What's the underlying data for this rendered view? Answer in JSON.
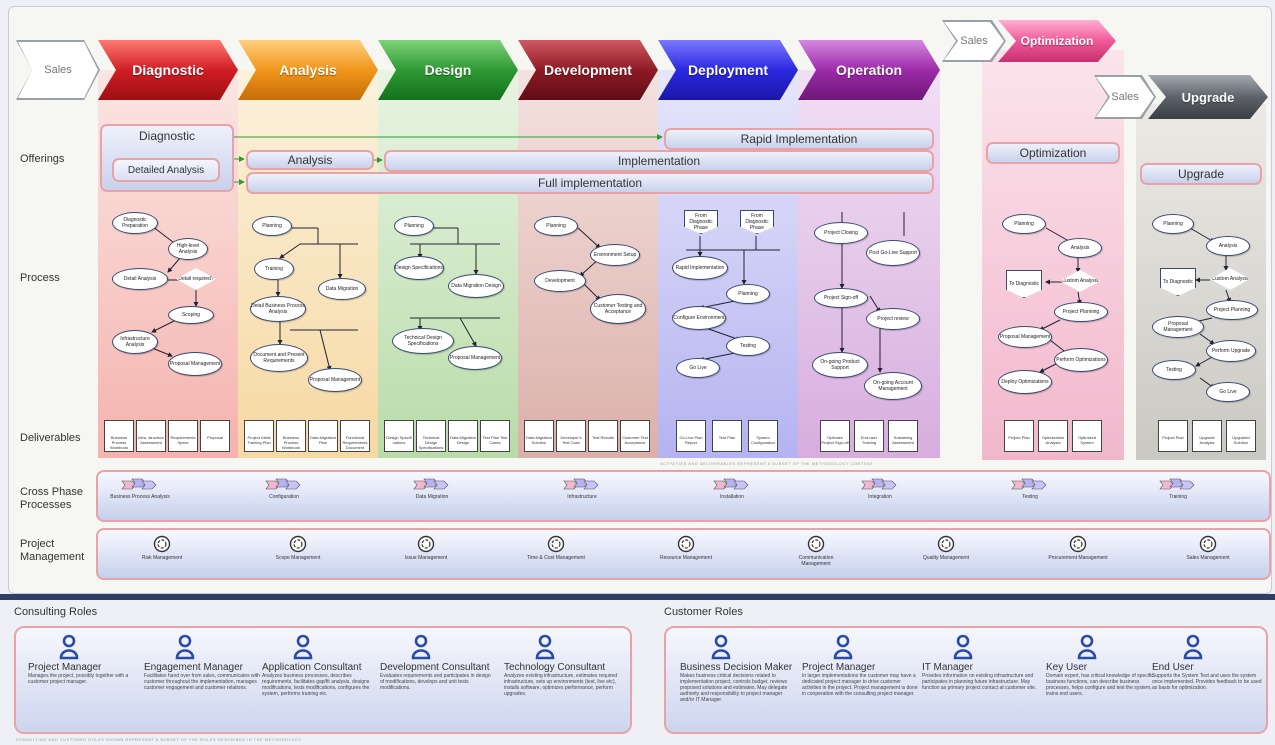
{
  "phases": {
    "sales": "Sales",
    "diagnostic": "Diagnostic",
    "analysis": "Analysis",
    "design": "Design",
    "development": "Development",
    "deployment": "Deployment",
    "operation": "Operation",
    "optimization": "Optimization",
    "upgrade": "Upgrade"
  },
  "row_labels": {
    "offerings": "Offerings",
    "process": "Process",
    "deliverables": "Deliverables",
    "cross_phase": "Cross Phase\nProcesses",
    "project_mgmt": "Project\nManagement"
  },
  "offerings": {
    "diagnostic": "Diagnostic",
    "detailed_analysis": "Detailed Analysis",
    "analysis": "Analysis",
    "rapid": "Rapid Implementation",
    "implementation": "Implementation",
    "full": "Full implementation",
    "optimization": "Optimization",
    "upgrade": "Upgrade"
  },
  "process": {
    "diagnostic": [
      "Diagnostic Preparation",
      "High-level Analysis",
      "Detail Analysis",
      "Detail required?",
      "Scoping",
      "Infrastructure Analysis",
      "Proposal Management"
    ],
    "analysis": [
      "Planning",
      "Training",
      "Data Migration",
      "Detail Business Process Analysis",
      "Document and Present Requirements",
      "Proposal Management"
    ],
    "design": [
      "Planning",
      "Design Specifications",
      "Data Migration Design",
      "Technical Design Specifications",
      "Proposal Management"
    ],
    "development": [
      "Planning",
      "Environment Setup",
      "Development",
      "Customer Testing and Acceptance"
    ],
    "deployment": [
      "From Diagnostic Phase",
      "From Diagnostic Phase",
      "Rapid Implementation",
      "Planning",
      "Configure Environment",
      "Testing",
      "Go Live"
    ],
    "operation": [
      "Project Closing",
      "Post Go-Live Support",
      "Project Sign-off",
      "Project review",
      "On-going Product Support",
      "On-going Account Management"
    ],
    "optimization": [
      "Planning",
      "Analysis",
      "To Diagnostic",
      "Custom Analysis",
      "Project Planning",
      "Proposal Management",
      "Perform Optimizations",
      "Deploy Optimizations"
    ],
    "upgrade": [
      "Planning",
      "Analysis",
      "To Diagnostic",
      "Custom Analysis",
      "Project Planning",
      "Proposal Management",
      "Perform Upgrade",
      "Testing",
      "Go Live"
    ]
  },
  "deliverables": {
    "diagnostic": [
      "Business Process Workbook",
      "Infra. structure Assessment",
      "Requirements Specs",
      "Proposal"
    ],
    "analysis": [
      "Project Initial Training Plan",
      "Business Process Workbook",
      "Data Migration Plan",
      "Functional Requirements Document"
    ],
    "design": [
      "Design Specifi cations",
      "Technical Design Specifications",
      "Data Migration Design",
      "Test Plan Test Cases"
    ],
    "development": [
      "Data Migration Solution",
      "Developer's Test Case",
      "Test Results",
      "Customer Test Acceptance"
    ],
    "deployment": [
      "Go-Live Plan Report",
      "Test Plan",
      "System Configuration"
    ],
    "operation": [
      "Optimize Project Sign-off",
      "End-user Training",
      "Sustaining Assessment"
    ],
    "optimization": [
      "Project Plan",
      "Optimization Analysis",
      "Optimized System"
    ],
    "upgrade": [
      "Project Plan",
      "Upgrade Analysis",
      "Upgraded Solution"
    ]
  },
  "footnote_top": "ACTIVITIES AND DELIVERABLES REPRESENT A SUBSET OF THE METHODOLOGY CONTENT",
  "cross_phase": [
    "Business Process Analysis",
    "Configuration",
    "Data Migration",
    "Infrastructure",
    "Installation",
    "Integration",
    "Testing",
    "Training"
  ],
  "project_management": [
    "Risk Management",
    "Scope Management",
    "Issue Management",
    "Time & Cost Management",
    "Resource Management",
    "Communication Management",
    "Quality Management",
    "Procurement Management",
    "Sales Management"
  ],
  "consulting_roles": {
    "header": "Consulting Roles",
    "roles": [
      {
        "title": "Project Manager",
        "desc": "Manages the project, possibly together with a customer project manager."
      },
      {
        "title": "Engagement Manager",
        "desc": "Facilitates hand over from sales, communicates with customer throughout the implementation, manages customer engagement and customer relations."
      },
      {
        "title": "Application Consultant",
        "desc": "Analyzes business processes, describes requirements, facilitates gap/fit analysis, designs modifications, tests modifications, configures the system, performs training etc."
      },
      {
        "title": "Development Consultant",
        "desc": "Evaluates requirements and participates in design of modifications, develops and unit tests modifications."
      },
      {
        "title": "Technology Consultant",
        "desc": "Analyzes existing infrastructure, estimates required infrastructure, sets up environments (test, live etc), installs software, optimizes performance, perform upgrades."
      }
    ]
  },
  "customer_roles": {
    "header": "Customer Roles",
    "roles": [
      {
        "title": "Business Decision Maker",
        "desc": "Makes business critical decisions related to implementation project, controls budget, reviews proposed solutions and estimates. May delegate authority and responsibility to project manager and/or IT Manager."
      },
      {
        "title": "Project Manager",
        "desc": "In larger implementations the customer may have a dedicated project manager to drive customer activities in the project. Project management is done in cooperation with the consulting project manager."
      },
      {
        "title": "IT Manager",
        "desc": "Provides information on existing infrastructure and participates in planning future infrastructure. May function as primary project contact at customer site."
      },
      {
        "title": "Key User",
        "desc": "Domain expert, has critical knowledge of specific business functions, can describe business processes, helps configure and test the system, trains end users."
      },
      {
        "title": "End User",
        "desc": "Supports the System Test and uses the system once implemented. Provides feedback to be used as basis for optimization."
      }
    ]
  },
  "footnote_bottom": "CONSULTING AND CUSTOMER ROLES SHOWN REPRESENT A SUBSET OF THE ROLES DESCRIBED IN THE METHODOLOGY",
  "colors": {
    "diagnostic": "#e0262a",
    "analysis": "#f0961a",
    "design": "#2e9a33",
    "development": "#8e1a25",
    "deployment": "#2b28e0",
    "operation": "#9c2ba8",
    "optimization": "#f05a9a",
    "upgrade": "#5e626a",
    "border": "#e7a3a8",
    "separator": "#2d3f66"
  }
}
